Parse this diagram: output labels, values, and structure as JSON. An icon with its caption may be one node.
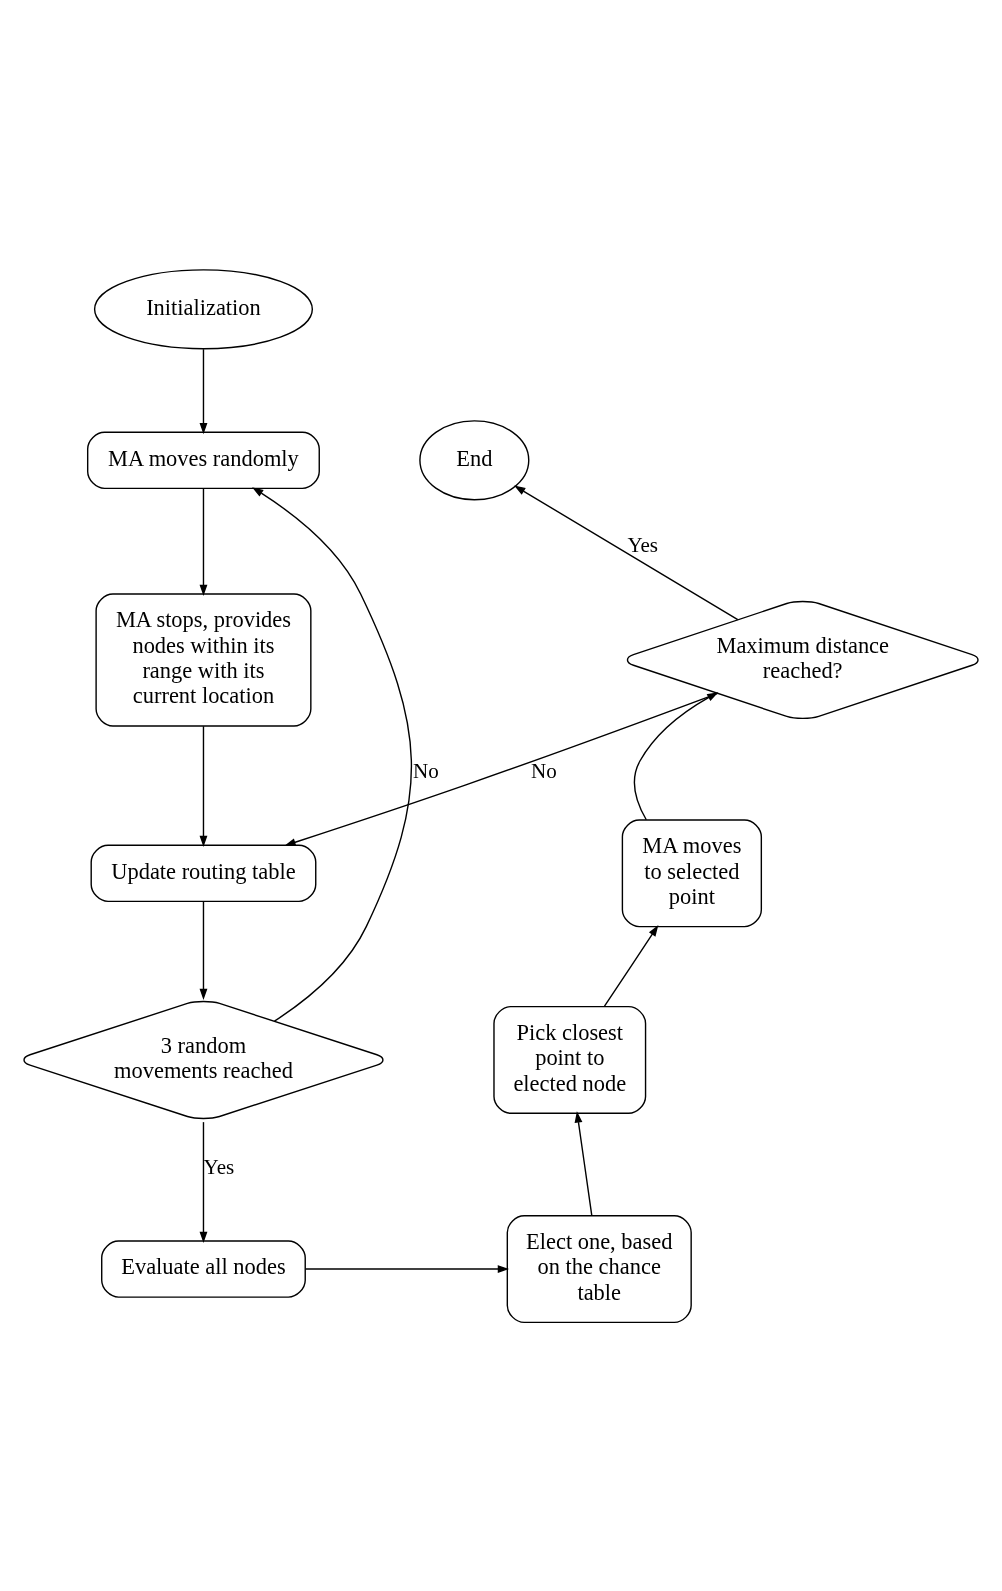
{
  "diagram": {
    "nodes": [
      {
        "text": [
          "Initialization"
        ]
      },
      {
        "text": [
          "MA moves randomly"
        ]
      },
      {
        "text": [
          "MA stops, provides nodes within its range with its current location"
        ]
      },
      {
        "text": [
          "Update routing table"
        ]
      },
      {
        "text": [
          "3 random movements reached"
        ]
      },
      {
        "text": [
          "Evaluate all nodes"
        ]
      },
      {
        "text": [
          "Elect one, based on the chance table"
        ]
      },
      {
        "text": [
          "Pick closest point to elected node"
        ]
      },
      {
        "text": [
          "MA moves to selected point"
        ]
      },
      {
        "text": [
          "Maximum distance reached?"
        ]
      },
      {
        "text": [
          "End"
        ]
      }
    ],
    "edges": [
      {
        "from": 0,
        "to": 1,
        "arrow": "to"
      },
      {
        "from": 1,
        "to": 2,
        "arrow": "to"
      },
      {
        "from": 2,
        "to": 3,
        "arrow": "to"
      },
      {
        "from": 3,
        "to": 4,
        "arrow": "to"
      },
      {
        "from": 4,
        "to": 1,
        "arrow": "to",
        "label": "No"
      },
      {
        "from": 4,
        "to": 5,
        "arrow": "to",
        "label": "Yes"
      },
      {
        "from": 5,
        "to": 6,
        "arrow": "to"
      },
      {
        "from": 6,
        "to": 7,
        "arrow": "to"
      },
      {
        "from": 7,
        "to": 8,
        "arrow": "to"
      },
      {
        "from": 8,
        "to": 9,
        "arrow": "to"
      },
      {
        "from": 9,
        "to": 10,
        "arrow": "to",
        "label": "Yes"
      },
      {
        "from": 9,
        "to": 3,
        "arrow": "to",
        "label": "No"
      }
    ]
  }
}
